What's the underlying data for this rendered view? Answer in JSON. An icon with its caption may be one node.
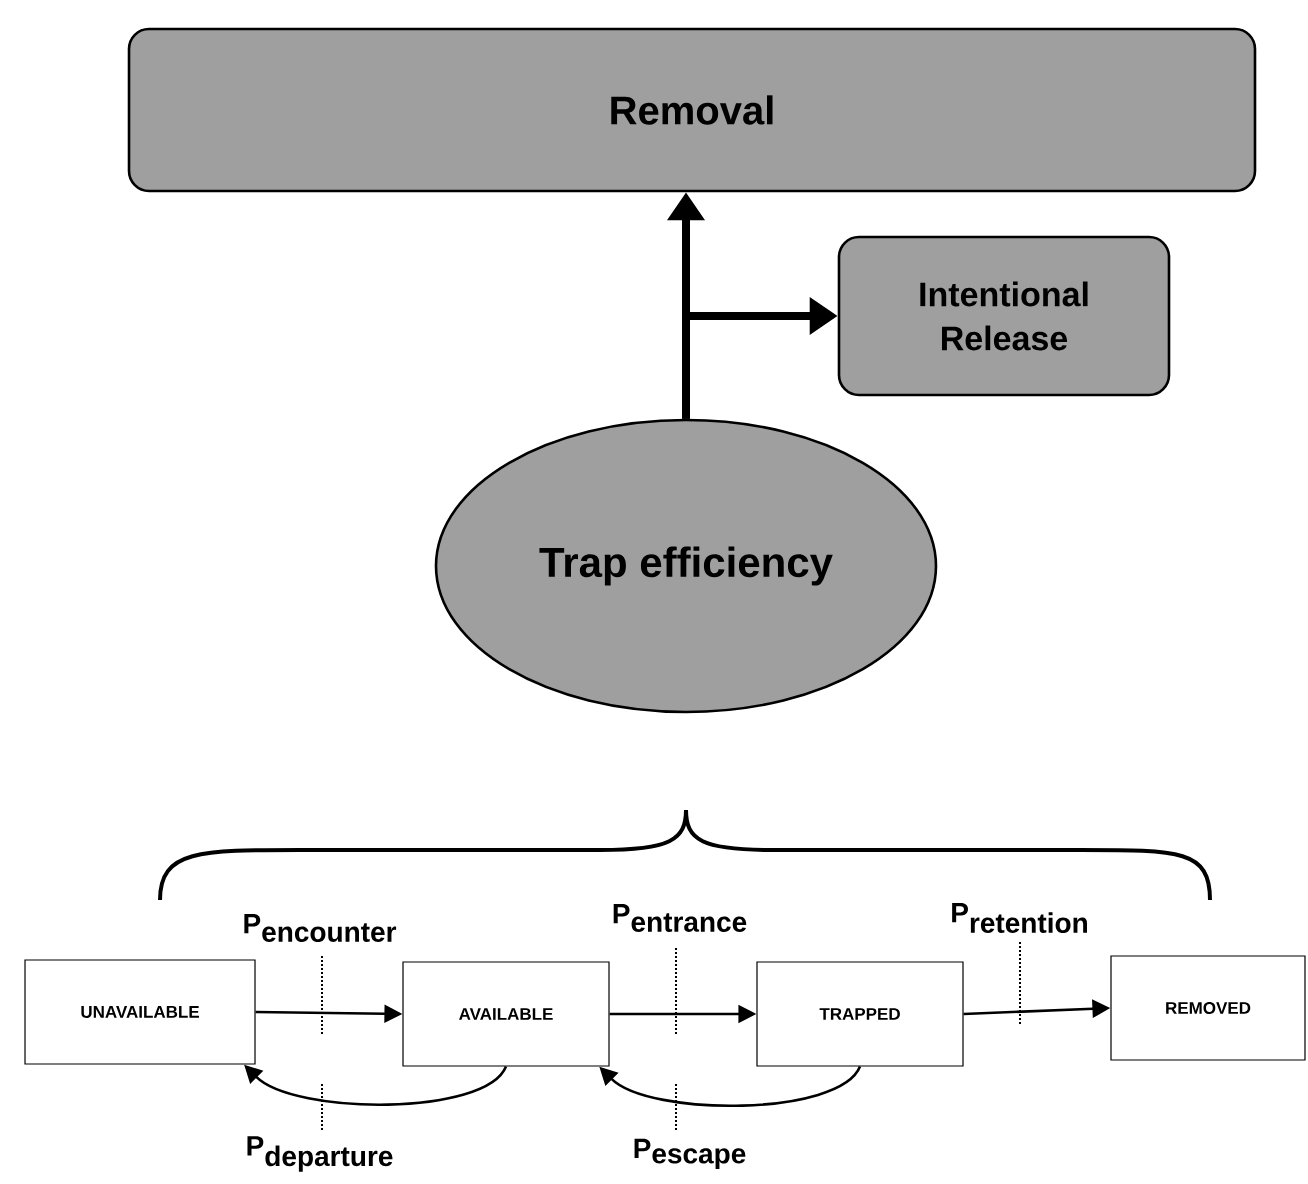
{
  "diagram": {
    "nodes": [
      {
        "text": [
          "Removal"
        ]
      },
      {
        "text": [
          "Intentional Release"
        ]
      },
      {
        "text": [
          "Trap efficiency"
        ]
      },
      {
        "text": [
          "UNAVAILABLE"
        ]
      },
      {
        "text": [
          "AVAILABLE"
        ]
      },
      {
        "text": [
          "TRAPPED"
        ]
      },
      {
        "text": [
          "REMOVED"
        ]
      }
    ],
    "edges": [
      {
        "from": 2,
        "to": 0,
        "arrow": "to",
        "style": "thick"
      },
      {
        "from": 2,
        "to": 1,
        "arrow": "to",
        "style": "thick"
      },
      {
        "from": 3,
        "to": 4,
        "arrow": "to"
      },
      {
        "from": 4,
        "to": 5,
        "arrow": "to"
      },
      {
        "from": 5,
        "to": 6,
        "arrow": "to"
      },
      {
        "from": 4,
        "to": 3,
        "arrow": "to"
      },
      {
        "from": 5,
        "to": 4,
        "arrow": "to"
      }
    ],
    "labels": [
      "\\textbf{P}_{\\textbf{encounter}}",
      "\\textbf{P}_{\\textbf{entrance}}",
      "\\textbf{P}_{\\textbf{retention}}",
      "\\textbf{P}_{\\textbf{departure}}",
      "\\textbf{P}_{\\textbf{escape}}"
    ]
  }
}
